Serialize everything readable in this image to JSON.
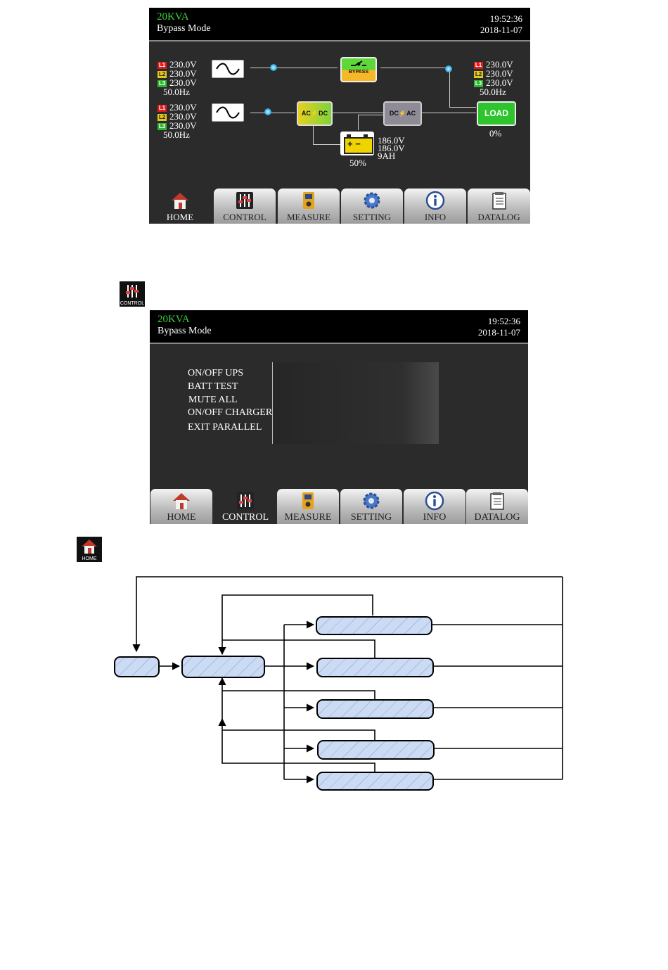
{
  "screen1": {
    "header": {
      "model": "20KVA",
      "mode": "Bypass Mode",
      "time": "19:52:36",
      "date": "2018-11-07"
    },
    "bypass_input": {
      "l1": "230.0V",
      "l2": "230.0V",
      "l3": "230.0V",
      "freq": "50.0Hz"
    },
    "main_input": {
      "l1": "230.0V",
      "l2": "230.0V",
      "l3": "230.0V",
      "freq": "50.0Hz"
    },
    "output": {
      "l1": "230.0V",
      "l2": "230.0V",
      "l3": "230.0V",
      "freq": "50.0Hz"
    },
    "phase_labels": {
      "l1": "L1",
      "l2": "L2",
      "l3": "L3"
    },
    "blocks": {
      "bypass": "BYPASS",
      "ac": "AC",
      "dc": "DC",
      "dc2": "DC",
      "ac2": "AC",
      "load": "LOAD"
    },
    "battery": {
      "v1": "186.0V",
      "v2": "186.0V",
      "capacity": "9AH",
      "level": "50%"
    },
    "load_percent": "0%",
    "nav": [
      "HOME",
      "CONTROL",
      "MEASURE",
      "SETTING",
      "INFO",
      "DATALOG"
    ],
    "active_tab": "HOME"
  },
  "control_icon_label": "CONTROL",
  "screen2": {
    "header": {
      "model": "20KVA",
      "mode": "Bypass Mode",
      "time": "19:52:36",
      "date": "2018-11-07"
    },
    "menu": [
      "ON/OFF UPS",
      "BATT TEST",
      "MUTE ALL",
      "ON/OFF CHARGER",
      "EXIT PARALLEL"
    ],
    "nav": [
      "HOME",
      "CONTROL",
      "MEASURE",
      "SETTING",
      "INFO",
      "DATALOG"
    ],
    "active_tab": "CONTROL"
  },
  "home_icon_label": "HOME",
  "colors": {
    "model_green": "#3ed23e",
    "bypass_green": "#4fcf2f",
    "bypass_yellow": "#f6b826",
    "load_green": "#2ec42e",
    "dcac_grey": "#8e8a96",
    "node_fill": "#cbdbf3"
  }
}
